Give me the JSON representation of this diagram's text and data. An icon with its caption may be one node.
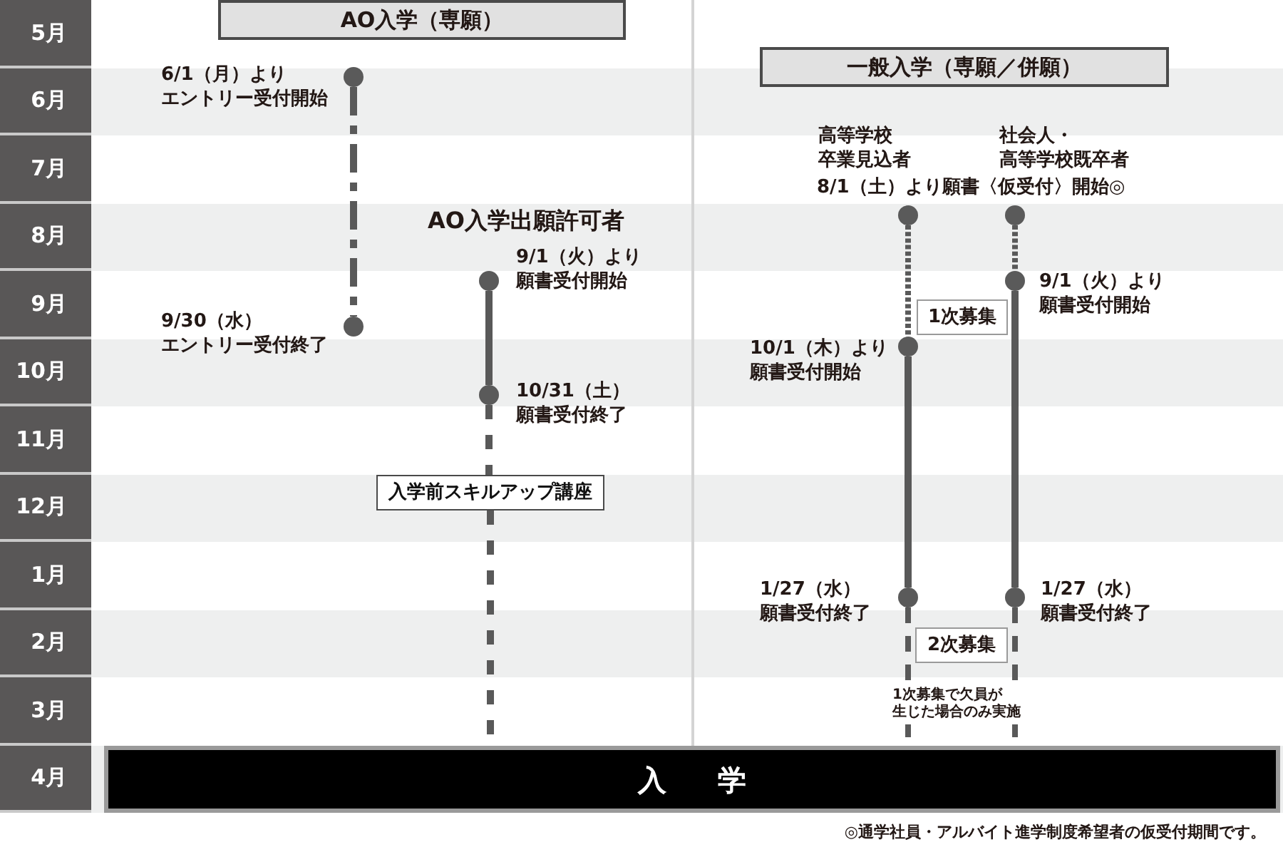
{
  "diagram": {
    "nodes": [
      {
        "text": [
          "AO入学（専願）"
        ]
      },
      {
        "text": [
          "一般入学（専願／併願）"
        ]
      },
      {
        "text": [],
        "shape": "circle",
        "beside": [
          "6/1（月）よりエントリー受付開始"
        ]
      },
      {
        "text": [],
        "shape": "circle",
        "beside": [
          "9/30（水）エントリー受付終了"
        ]
      },
      {
        "text": [],
        "shape": "circle",
        "beside": [
          "9/1（火）より願書受付開始"
        ]
      },
      {
        "text": [],
        "shape": "circle",
        "beside": [
          "10/31（土）願書受付終了"
        ]
      },
      {
        "text": [
          "入学前スキルアップ講座"
        ]
      },
      {
        "text": [],
        "shape": "circle"
      },
      {
        "text": [],
        "shape": "circle"
      },
      {
        "text": [],
        "shape": "circle",
        "beside": [
          "9/1（火）より願書受付開始"
        ]
      },
      {
        "text": [
          "1次募集"
        ]
      },
      {
        "text": [],
        "shape": "circle",
        "beside": [
          "10/1（木）より願書受付開始"
        ]
      },
      {
        "text": [],
        "shape": "circle",
        "beside": [
          "1/27（水）願書受付終了"
        ]
      },
      {
        "text": [],
        "shape": "circle",
        "beside": [
          "1/27（水）願書受付終了"
        ]
      },
      {
        "text": [
          "2次募集"
        ],
        "beside": [
          "1次募集で欠員が生じた場合のみ実施"
        ]
      },
      {
        "text": [
          "入　学"
        ]
      }
    ],
    "edges": [
      {
        "from": 2,
        "to": 3,
        "arrow": "none",
        "style": "dashed"
      },
      {
        "from": 4,
        "to": 5,
        "arrow": "none"
      },
      {
        "from": 5,
        "to": 6,
        "arrow": "none",
        "style": "dashed"
      },
      {
        "from": 6,
        "to": 15,
        "arrow": "none",
        "style": "dashed"
      },
      {
        "from": 7,
        "to": 11,
        "arrow": "none",
        "style": "dashed"
      },
      {
        "from": 11,
        "to": 12,
        "arrow": "none"
      },
      {
        "from": 12,
        "to": 15,
        "arrow": "none",
        "style": "dashed"
      },
      {
        "from": 8,
        "to": 9,
        "arrow": "none",
        "style": "dashed"
      },
      {
        "from": 9,
        "to": 13,
        "arrow": "none"
      },
      {
        "from": 13,
        "to": 15,
        "arrow": "none",
        "style": "dashed"
      }
    ],
    "labels": [
      "5月",
      "6月",
      "7月",
      "8月",
      "9月",
      "10月",
      "11月",
      "12月",
      "1月",
      "2月",
      "3月",
      "4月",
      "AO入学出願許可者",
      "高等学校卒業見込者",
      "社会人・高等学校既卒者",
      "8/1（土）より願書〈仮受付〉開始◎",
      "◎通学社員・アルバイト進学制度希望者の仮受付期間です。"
    ]
  }
}
